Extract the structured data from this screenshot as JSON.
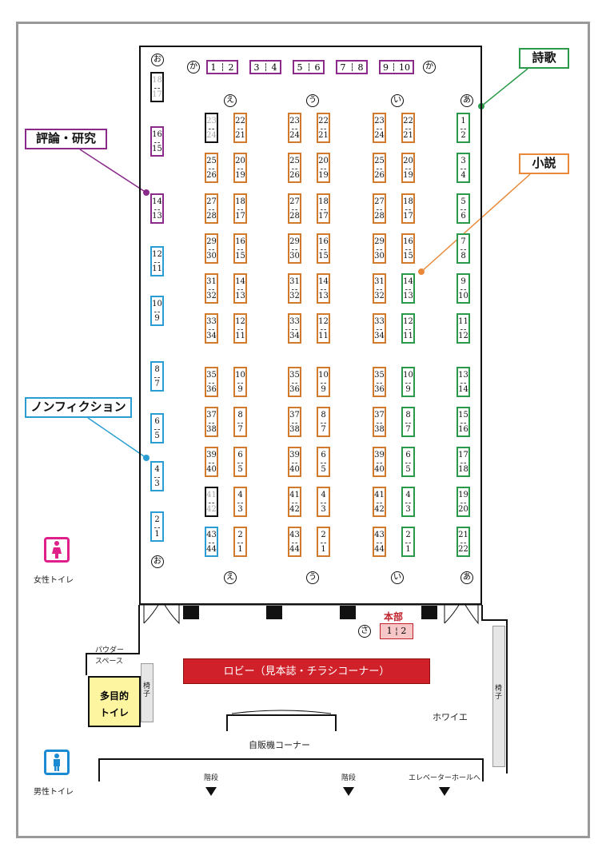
{
  "categories": {
    "poetry": "詩歌",
    "novel": "小説",
    "criticism": "評論・研究",
    "nonfiction": "ノンフィクション"
  },
  "row_labels": {
    "a": "あ",
    "i": "い",
    "u": "う",
    "e": "え",
    "o": "お",
    "ka": "か",
    "sa": "さ"
  },
  "honbu": {
    "title": "本部",
    "booth": "1 ¦ 2"
  },
  "lobby": "ロビー（見本誌・チラシコーナー）",
  "powder_space": {
    "line1": "パウダー",
    "line2": "スペース"
  },
  "multipurpose_toilet": {
    "line1": "多目的",
    "line2": "トイレ"
  },
  "chair": "椅子",
  "foyer": "ホワイエ",
  "vending": "自販機コーナー",
  "stairs": "階段",
  "elevator_hall": "エレベーターホールへ",
  "women_toilet": "女性トイレ",
  "men_toilet": "男性トイレ",
  "ka_booths": [
    {
      "a": "1",
      "b": "2"
    },
    {
      "a": "3",
      "b": "4"
    },
    {
      "a": "5",
      "b": "6"
    },
    {
      "a": "7",
      "b": "8"
    },
    {
      "a": "9",
      "b": "10"
    }
  ],
  "o_booths": [
    {
      "a": "18",
      "b": "17"
    },
    {
      "a": "16",
      "b": "15"
    },
    {
      "a": "14",
      "b": "13"
    },
    {
      "a": "12",
      "b": "11"
    },
    {
      "a": "10",
      "b": "9"
    },
    {
      "a": "8",
      "b": "7"
    },
    {
      "a": "6",
      "b": "5"
    },
    {
      "a": "4",
      "b": "3"
    },
    {
      "a": "2",
      "b": "1"
    }
  ],
  "odd_column": [
    {
      "a": "23",
      "b": "24"
    },
    {
      "a": "25",
      "b": "26"
    },
    {
      "a": "27",
      "b": "28"
    },
    {
      "a": "29",
      "b": "30"
    },
    {
      "a": "31",
      "b": "32"
    },
    {
      "a": "33",
      "b": "34"
    },
    {
      "a": "35",
      "b": "36"
    },
    {
      "a": "37",
      "b": "38"
    },
    {
      "a": "39",
      "b": "40"
    },
    {
      "a": "41",
      "b": "42"
    },
    {
      "a": "43",
      "b": "44"
    }
  ],
  "even_column": [
    {
      "a": "22",
      "b": "21"
    },
    {
      "a": "20",
      "b": "19"
    },
    {
      "a": "18",
      "b": "17"
    },
    {
      "a": "16",
      "b": "15"
    },
    {
      "a": "14",
      "b": "13"
    },
    {
      "a": "12",
      "b": "11"
    },
    {
      "a": "10",
      "b": "9"
    },
    {
      "a": "8",
      "b": "7"
    },
    {
      "a": "6",
      "b": "5"
    },
    {
      "a": "4",
      "b": "3"
    },
    {
      "a": "2",
      "b": "1"
    }
  ],
  "a_booths": [
    {
      "a": "1",
      "b": "2"
    },
    {
      "a": "3",
      "b": "4"
    },
    {
      "a": "5",
      "b": "6"
    },
    {
      "a": "7",
      "b": "8"
    },
    {
      "a": "9",
      "b": "10"
    },
    {
      "a": "11",
      "b": "12"
    },
    {
      "a": "13",
      "b": "14"
    },
    {
      "a": "15",
      "b": "16"
    },
    {
      "a": "17",
      "b": "18"
    },
    {
      "a": "19",
      "b": "20"
    },
    {
      "a": "21",
      "b": "22"
    }
  ],
  "colors": {
    "poetry": "#2a9a4a",
    "novel": "#d27a2c",
    "criticism": "#8a2a8a",
    "nonfiction": "#2a9ed2",
    "lobby": "#d0202a",
    "multipurpose": "#fdf5a0",
    "honbu": "#f7c6c6",
    "women": "#e0208a",
    "men": "#1a8ad2"
  }
}
